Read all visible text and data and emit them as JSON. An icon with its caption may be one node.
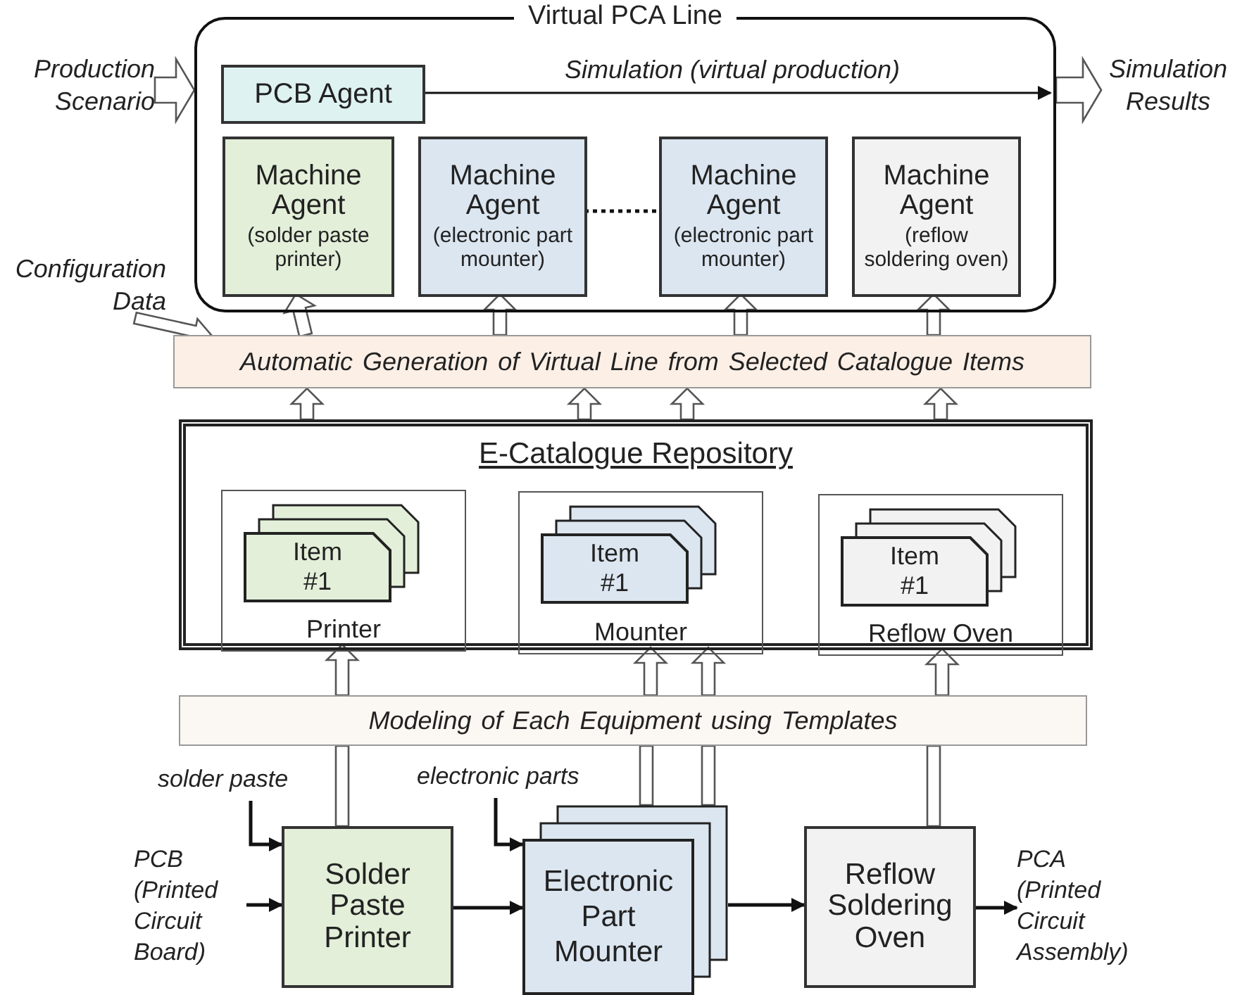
{
  "diagram": {
    "nodes": [
      {
        "text": [
          "Virtual PCA Line"
        ]
      },
      {
        "text": [
          "PCB Agent"
        ],
        "in": 0
      },
      {
        "text": [
          "Machine Agent",
          "(solder paste printer)"
        ],
        "in": 0
      },
      {
        "text": [
          "Machine Agent",
          "(electronic part mounter)"
        ],
        "in": 0
      },
      {
        "text": [
          "Machine Agent",
          "(electronic part mounter)"
        ],
        "in": 0
      },
      {
        "text": [
          "Machine Agent",
          "(reflow soldering oven)"
        ],
        "in": 0
      },
      {
        "text": [
          "Production Scenario"
        ]
      },
      {
        "text": [
          "Simulation Results"
        ]
      },
      {
        "text": [
          "Configuration Data"
        ]
      },
      {
        "text": [
          "Automatic Generation of Virtual Line from Selected Catalogue Items"
        ]
      },
      {
        "text": [
          "E-Catalogue Repository"
        ]
      },
      {
        "text": [
          "Printer"
        ],
        "in": 10
      },
      {
        "text": [
          "Item #1"
        ],
        "in": 11
      },
      {
        "text": [
          "Mounter"
        ],
        "in": 10
      },
      {
        "text": [
          "Item #1"
        ],
        "in": 13
      },
      {
        "text": [
          "Reflow Oven"
        ],
        "in": 10
      },
      {
        "text": [
          "Item #1"
        ],
        "in": 15
      },
      {
        "text": [
          "Modeling of Each Equipment using Templates"
        ]
      },
      {
        "text": [
          "solder paste"
        ]
      },
      {
        "text": [
          "electronic parts"
        ]
      },
      {
        "text": [
          "PCB (Printed Circuit Board)"
        ]
      },
      {
        "text": [
          "Solder Paste Printer"
        ]
      },
      {
        "text": [
          "Electronic Part Mounter"
        ]
      },
      {
        "text": [
          "Reflow Soldering Oven"
        ]
      },
      {
        "text": [
          "PCA (Printed Circuit Assembly)"
        ]
      }
    ],
    "edges": [
      {
        "from": 6,
        "to": 0,
        "arrow": "to"
      },
      {
        "from": 0,
        "to": 7,
        "arrow": "to"
      },
      {
        "from": 8,
        "to": 9,
        "arrow": "to"
      },
      {
        "from": 1,
        "to": null,
        "arrow": "to",
        "label": "Simulation (virtual production)"
      },
      {
        "from": 3,
        "to": 4,
        "arrow": "none",
        "style": "dashed"
      },
      {
        "from": 9,
        "to": 2,
        "arrow": "to"
      },
      {
        "from": 9,
        "to": 3,
        "arrow": "to"
      },
      {
        "from": 9,
        "to": 4,
        "arrow": "to"
      },
      {
        "from": 9,
        "to": 5,
        "arrow": "to"
      },
      {
        "from": 10,
        "to": 9,
        "arrow": "to"
      },
      {
        "from": 10,
        "to": 9,
        "arrow": "to"
      },
      {
        "from": 10,
        "to": 9,
        "arrow": "to"
      },
      {
        "from": 10,
        "to": 9,
        "arrow": "to"
      },
      {
        "from": 17,
        "to": 11,
        "arrow": "to"
      },
      {
        "from": 17,
        "to": 13,
        "arrow": "to"
      },
      {
        "from": 17,
        "to": 13,
        "arrow": "to"
      },
      {
        "from": 17,
        "to": 15,
        "arrow": "to"
      },
      {
        "from": 21,
        "to": 17,
        "arrow": "none"
      },
      {
        "from": 22,
        "to": 17,
        "arrow": "none"
      },
      {
        "from": 22,
        "to": 17,
        "arrow": "none"
      },
      {
        "from": 23,
        "to": 17,
        "arrow": "none"
      },
      {
        "from": 18,
        "to": 21,
        "arrow": "to"
      },
      {
        "from": 19,
        "to": 22,
        "arrow": "to"
      },
      {
        "from": 20,
        "to": 21,
        "arrow": "to"
      },
      {
        "from": 21,
        "to": 22,
        "arrow": "to"
      },
      {
        "from": 22,
        "to": 23,
        "arrow": "to"
      },
      {
        "from": 23,
        "to": 24,
        "arrow": "to"
      }
    ]
  }
}
